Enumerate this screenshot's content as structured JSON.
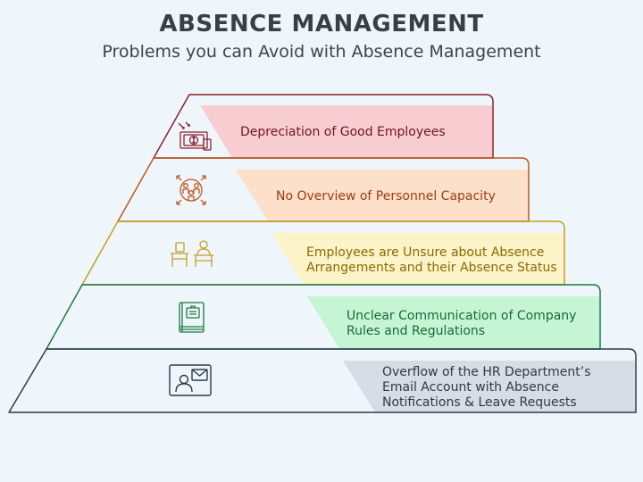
{
  "header": {
    "title": "ABSENCE MANAGEMENT",
    "subtitle": "Problems you can Avoid with Absence Management"
  },
  "tiers": [
    {
      "label": "Depreciation of Good Employees",
      "icon": "money-icon",
      "stroke": "#8b1e2b",
      "fill": "#f8cdd1",
      "text": "#6e1420"
    },
    {
      "label": "No Overview of Personnel Capacity",
      "icon": "capacity-icon",
      "stroke": "#c0561e",
      "fill": "#fde0c9",
      "text": "#9a3d10"
    },
    {
      "label": "Employees are Unsure about Absence Arrangements and their Absence Status",
      "icon": "desk-worker-icon",
      "stroke": "#c4a020",
      "fill": "#fdf3c8",
      "text": "#8a6a00"
    },
    {
      "label": "Unclear Communication of Company Rules and Regulations",
      "icon": "rulebook-icon",
      "stroke": "#1e7a3a",
      "fill": "#c6f5d6",
      "text": "#176b30"
    },
    {
      "label": "Overflow of the HR Department’s Email Account with Absence Notifications & Leave Requests",
      "icon": "email-contact-icon",
      "stroke": "#2d3a48",
      "fill": "#d6dde5",
      "text": "#2d3a48"
    }
  ]
}
